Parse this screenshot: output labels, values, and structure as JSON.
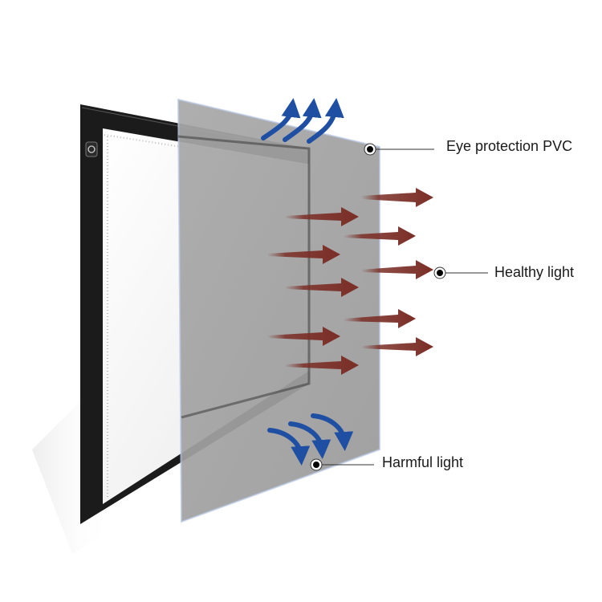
{
  "labels": {
    "eye_protection_pvc": "Eye protection PVC",
    "healthy_light": "Healthy light",
    "harmful_light": "Harmful light"
  },
  "icons": {
    "healthy_arrow": "red-arrow-icon",
    "harmful_arrow": "blue-curved-arrow-icon",
    "callout_dot": "callout-dot-icon"
  },
  "colors": {
    "healthy_light_arrow": "#7a2e26",
    "harmful_light_arrow": "#1f4fa3",
    "tablet_frame": "#1b1b1b",
    "pvc_sheet": "#9e9e9e"
  }
}
